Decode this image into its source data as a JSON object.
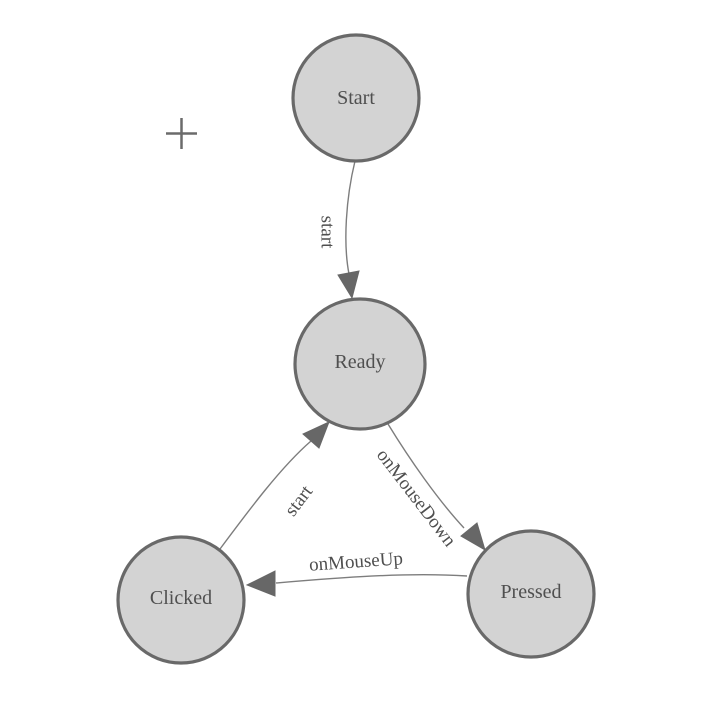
{
  "colors": {
    "background": "#ffffff",
    "node_fill": "#d3d3d3",
    "node_stroke": "#696969",
    "edge_stroke": "#7d7d7d",
    "arrow_fill": "#676767",
    "label_text": "#4f4f4f"
  },
  "icons": {
    "plus_marker": "+"
  },
  "diagram": {
    "type": "state-machine",
    "nodes": [
      {
        "id": "start",
        "label": "Start"
      },
      {
        "id": "ready",
        "label": "Ready"
      },
      {
        "id": "clicked",
        "label": "Clicked"
      },
      {
        "id": "pressed",
        "label": "Pressed"
      }
    ],
    "edges": [
      {
        "id": "start-ready",
        "label": "start",
        "from": "Start",
        "to": "Ready"
      },
      {
        "id": "ready-pressed",
        "label": "onMouseDown",
        "from": "Ready",
        "to": "Pressed"
      },
      {
        "id": "pressed-clicked",
        "label": "onMouseUp",
        "from": "Pressed",
        "to": "Clicked"
      },
      {
        "id": "clicked-ready",
        "label": "start",
        "from": "Clicked",
        "to": "Ready"
      }
    ]
  }
}
